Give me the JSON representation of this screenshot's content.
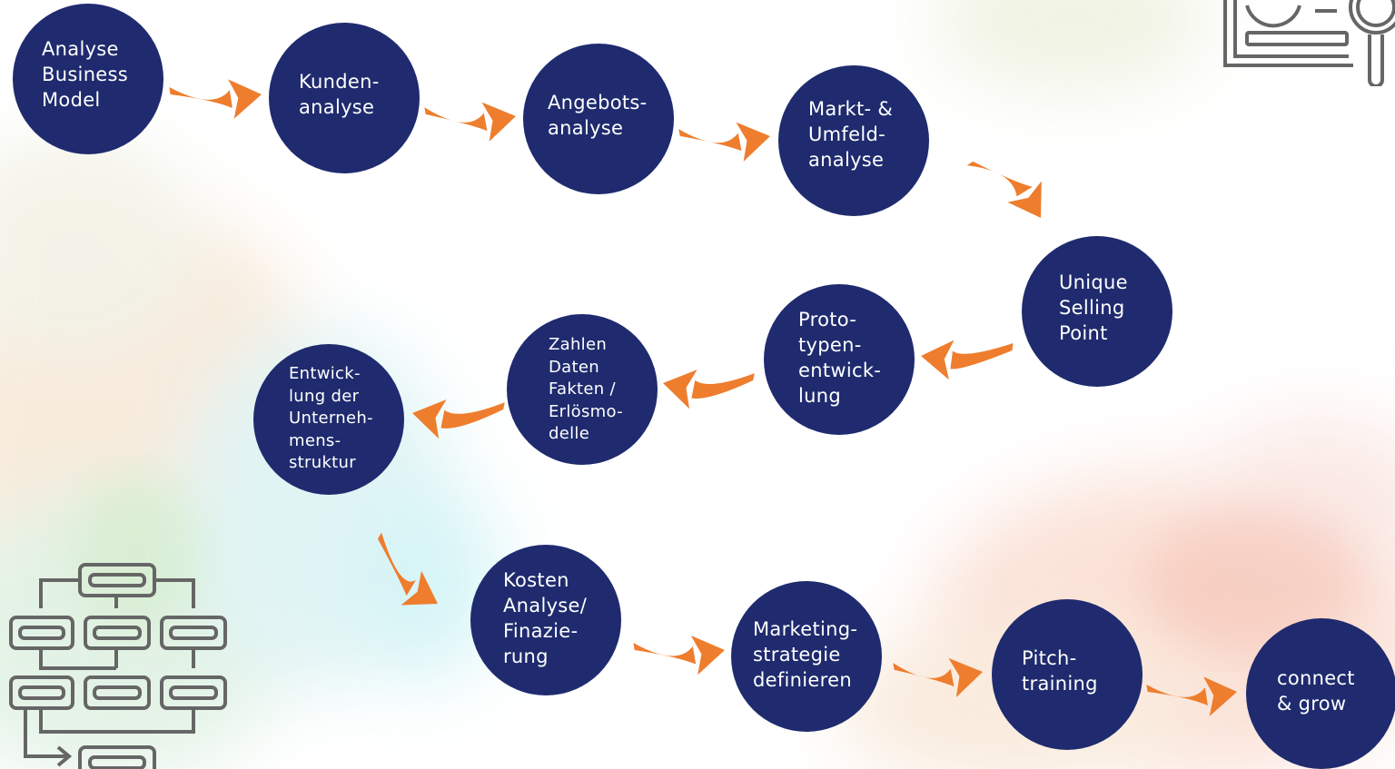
{
  "diagram": {
    "node_color": "#1f2b6e",
    "arrow_color": "#ee7d2e",
    "icon_color": "#666666",
    "nodes": [
      {
        "id": "n1",
        "label": "Analyse\nBusiness\nModel"
      },
      {
        "id": "n2",
        "label": "Kunden-\nanalyse"
      },
      {
        "id": "n3",
        "label": "Angebots-\nanalyse"
      },
      {
        "id": "n4",
        "label": "Markt- &\nUmfeld-\nanalyse"
      },
      {
        "id": "n5",
        "label": "Unique\nSelling\nPoint"
      },
      {
        "id": "n6",
        "label": "Proto-\ntypen-\nentwick-\nlung"
      },
      {
        "id": "n7",
        "label": "Zahlen\nDaten\nFakten /\nErlösmo-\ndelle"
      },
      {
        "id": "n8",
        "label": "Entwick-\nlung der\nUnterneh-\nmens-\nstruktur"
      },
      {
        "id": "n9",
        "label": "Kosten\nAnalyse/\nFinazie-\nrung"
      },
      {
        "id": "n10",
        "label": "Marketing-\nstrategie\ndefinieren"
      },
      {
        "id": "n11",
        "label": "Pitch-\ntraining"
      },
      {
        "id": "n12",
        "label": "connect\n& grow"
      }
    ],
    "edges": [
      {
        "from": "n1",
        "to": "n2"
      },
      {
        "from": "n2",
        "to": "n3"
      },
      {
        "from": "n3",
        "to": "n4"
      },
      {
        "from": "n4",
        "to": "n5"
      },
      {
        "from": "n5",
        "to": "n6"
      },
      {
        "from": "n6",
        "to": "n7"
      },
      {
        "from": "n7",
        "to": "n8"
      },
      {
        "from": "n8",
        "to": "n9"
      },
      {
        "from": "n9",
        "to": "n10"
      },
      {
        "from": "n10",
        "to": "n11"
      },
      {
        "from": "n11",
        "to": "n12"
      }
    ],
    "decorations": [
      "dashboard-magnifier-icon",
      "flowchart-icon"
    ]
  }
}
